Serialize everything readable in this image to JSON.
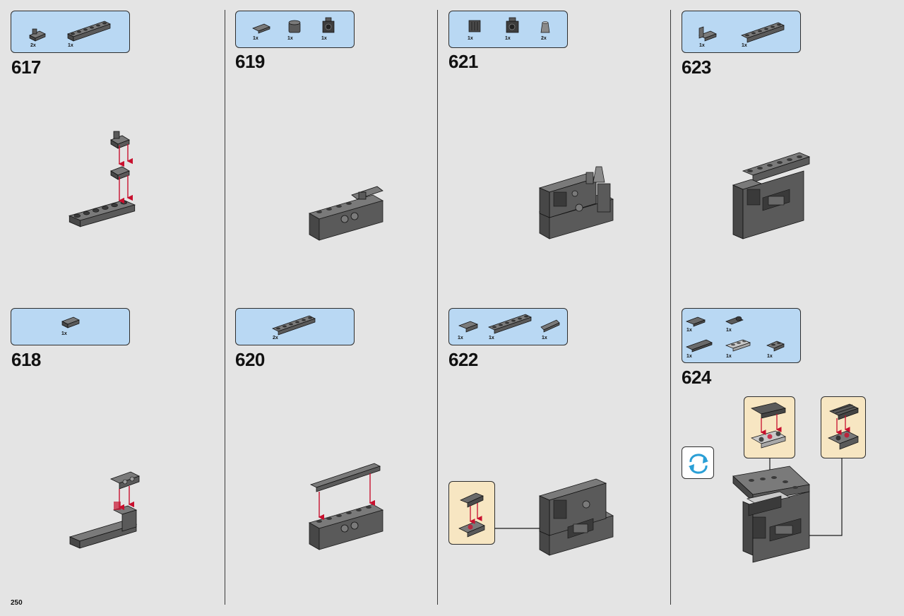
{
  "page_number": "250",
  "steps": [
    {
      "number": "617",
      "parts": [
        {
          "qty": "2x",
          "icon": "bracket-plate-icon"
        },
        {
          "qty": "1x",
          "icon": "plate-1x6-icon"
        }
      ]
    },
    {
      "number": "618",
      "parts": [
        {
          "qty": "1x",
          "icon": "clip-plate-icon"
        }
      ]
    },
    {
      "number": "619",
      "parts": [
        {
          "qty": "1x",
          "icon": "tile-1x2-icon"
        },
        {
          "qty": "1x",
          "icon": "round-brick-icon"
        },
        {
          "qty": "1x",
          "icon": "engine-part-icon"
        }
      ]
    },
    {
      "number": "620",
      "parts": [
        {
          "qty": "2x",
          "icon": "plate-1x6-icon"
        }
      ]
    },
    {
      "number": "621",
      "parts": [
        {
          "qty": "1x",
          "icon": "grille-brick-icon"
        },
        {
          "qty": "1x",
          "icon": "engine-part-icon"
        },
        {
          "qty": "2x",
          "icon": "cone-icon"
        }
      ]
    },
    {
      "number": "622",
      "parts": [
        {
          "qty": "1x",
          "icon": "clip-plate-icon"
        },
        {
          "qty": "1x",
          "icon": "plate-1x6-icon"
        },
        {
          "qty": "1x",
          "icon": "wedge-plate-icon"
        }
      ]
    },
    {
      "number": "623",
      "parts": [
        {
          "qty": "1x",
          "icon": "bracket-icon"
        },
        {
          "qty": "1x",
          "icon": "plate-1x6-icon"
        }
      ]
    },
    {
      "number": "624",
      "parts": [
        {
          "qty": "1x",
          "icon": "tile-icon"
        },
        {
          "qty": "1x",
          "icon": "clip-icon"
        },
        {
          "qty": "1x",
          "icon": "tile-1x3-icon"
        },
        {
          "qty": "1x",
          "icon": "plate-light-gray-icon"
        },
        {
          "qty": "1x",
          "icon": "plate-1x2-icon"
        }
      ]
    }
  ],
  "colors": {
    "background": "#e4e4e4",
    "parts_box": "#b9d8f3",
    "callout": "#f7e6c2",
    "brick": "#5f5f5f",
    "arrow": "#c8102e"
  }
}
